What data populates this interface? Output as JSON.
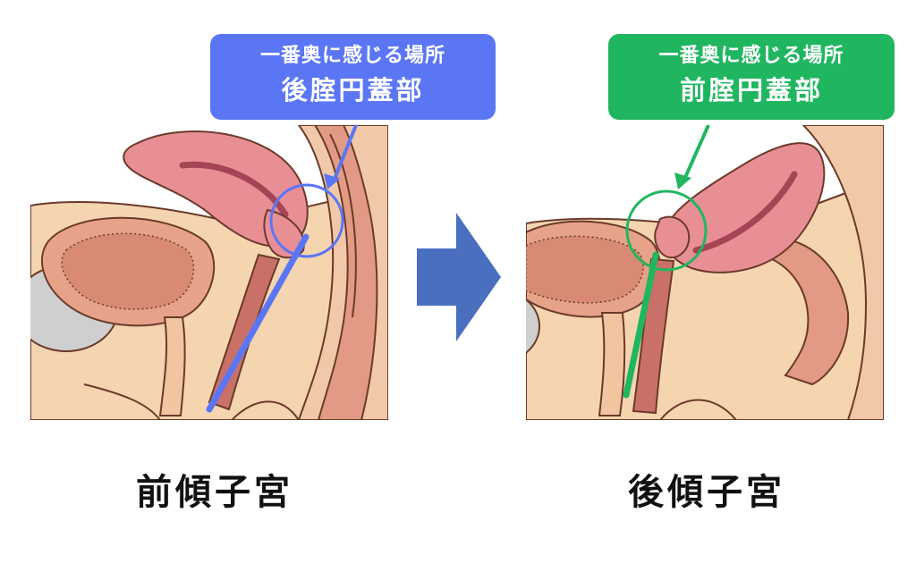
{
  "left": {
    "callout_sub": "一番奥に感じる場所",
    "callout_main": "後腟円蓋部",
    "caption": "前傾子宮",
    "accent": "#5b76f5"
  },
  "right": {
    "callout_sub": "一番奥に感じる場所",
    "callout_main": "前腟円蓋部",
    "caption": "後傾子宮",
    "accent": "#20b660"
  },
  "arrow_color": "#4a6fbf"
}
